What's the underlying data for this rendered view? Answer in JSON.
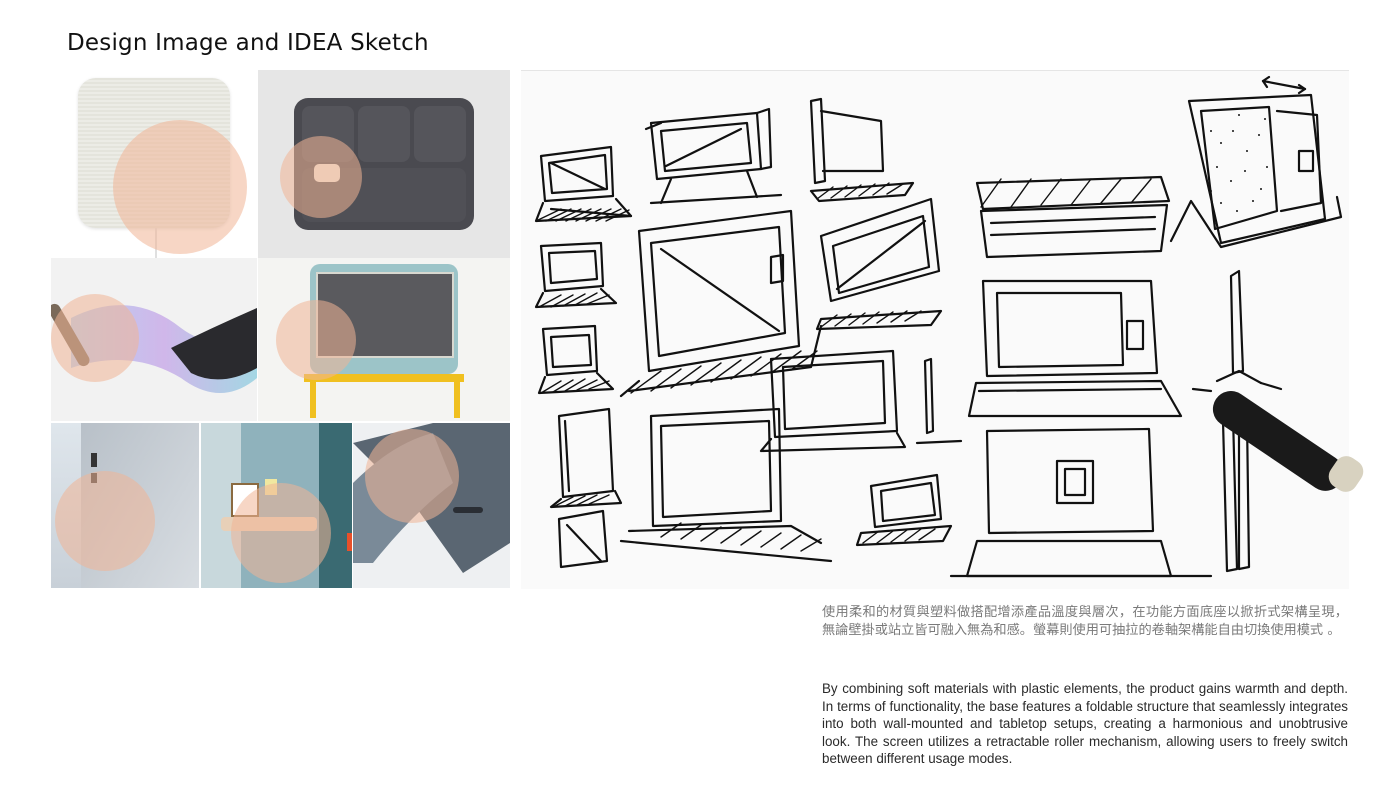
{
  "page": {
    "title": "Design Image and IDEA Sketch"
  },
  "mood_images": [
    {
      "name": "fabric-speaker-photo"
    },
    {
      "name": "felt-organizer-case-photo"
    },
    {
      "name": "flexible-screen-roll-photo"
    },
    {
      "name": "retro-monitor-yellow-stand-photo"
    },
    {
      "name": "tablet-kickstand-photo"
    },
    {
      "name": "wall-shelf-panel-photo"
    },
    {
      "name": "folding-cover-hinge-photo"
    }
  ],
  "highlight_color": "#f0b496",
  "description": {
    "zh": "使用柔和的材質與塑料做搭配增添產品溫度與層次，在功能方面底座以掀折式架構呈現，無論壁掛或站立皆可融入無為和感。螢幕則使用可抽拉的卷軸架構能自由切換使用模式 。",
    "en": "By combining soft materials with plastic elements, the product gains warmth and depth. In terms of functionality, the base features a foldable structure that seamlessly integrates into both wall-mounted and tabletop setups, creating a harmonious and unobtrusive look. The screen utilizes a retractable roller mechanism, allowing users to freely switch between different usage modes."
  }
}
